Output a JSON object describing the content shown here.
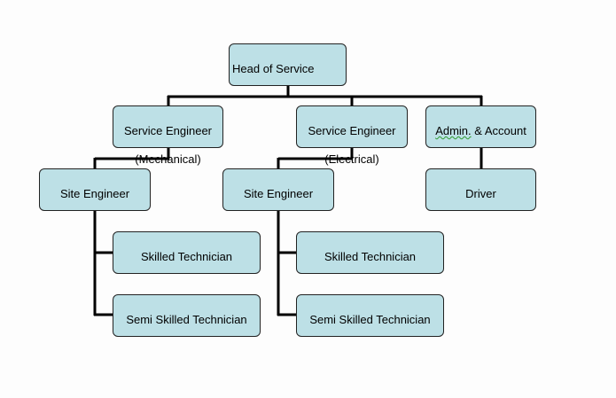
{
  "org_chart": {
    "head": "Head of Service",
    "branches": [
      {
        "title_line1": "Service Engineer",
        "title_line2": "(Mechanical)",
        "site_engineer": "Site Engineer",
        "technicians": [
          "Skilled Technician",
          "Semi Skilled Technician"
        ]
      },
      {
        "title_line1": "Service Engineer",
        "title_line2": "(Electrical)",
        "site_engineer": "Site Engineer",
        "technicians": [
          "Skilled Technician",
          "Semi Skilled Technician"
        ]
      },
      {
        "title_part1": "Admin.",
        "title_part2": " & Account",
        "sub": "Driver"
      }
    ]
  },
  "colors": {
    "box_fill": "#bde0e6",
    "connector": "#000000",
    "spellcheck_underline": "#2e9a2e"
  }
}
